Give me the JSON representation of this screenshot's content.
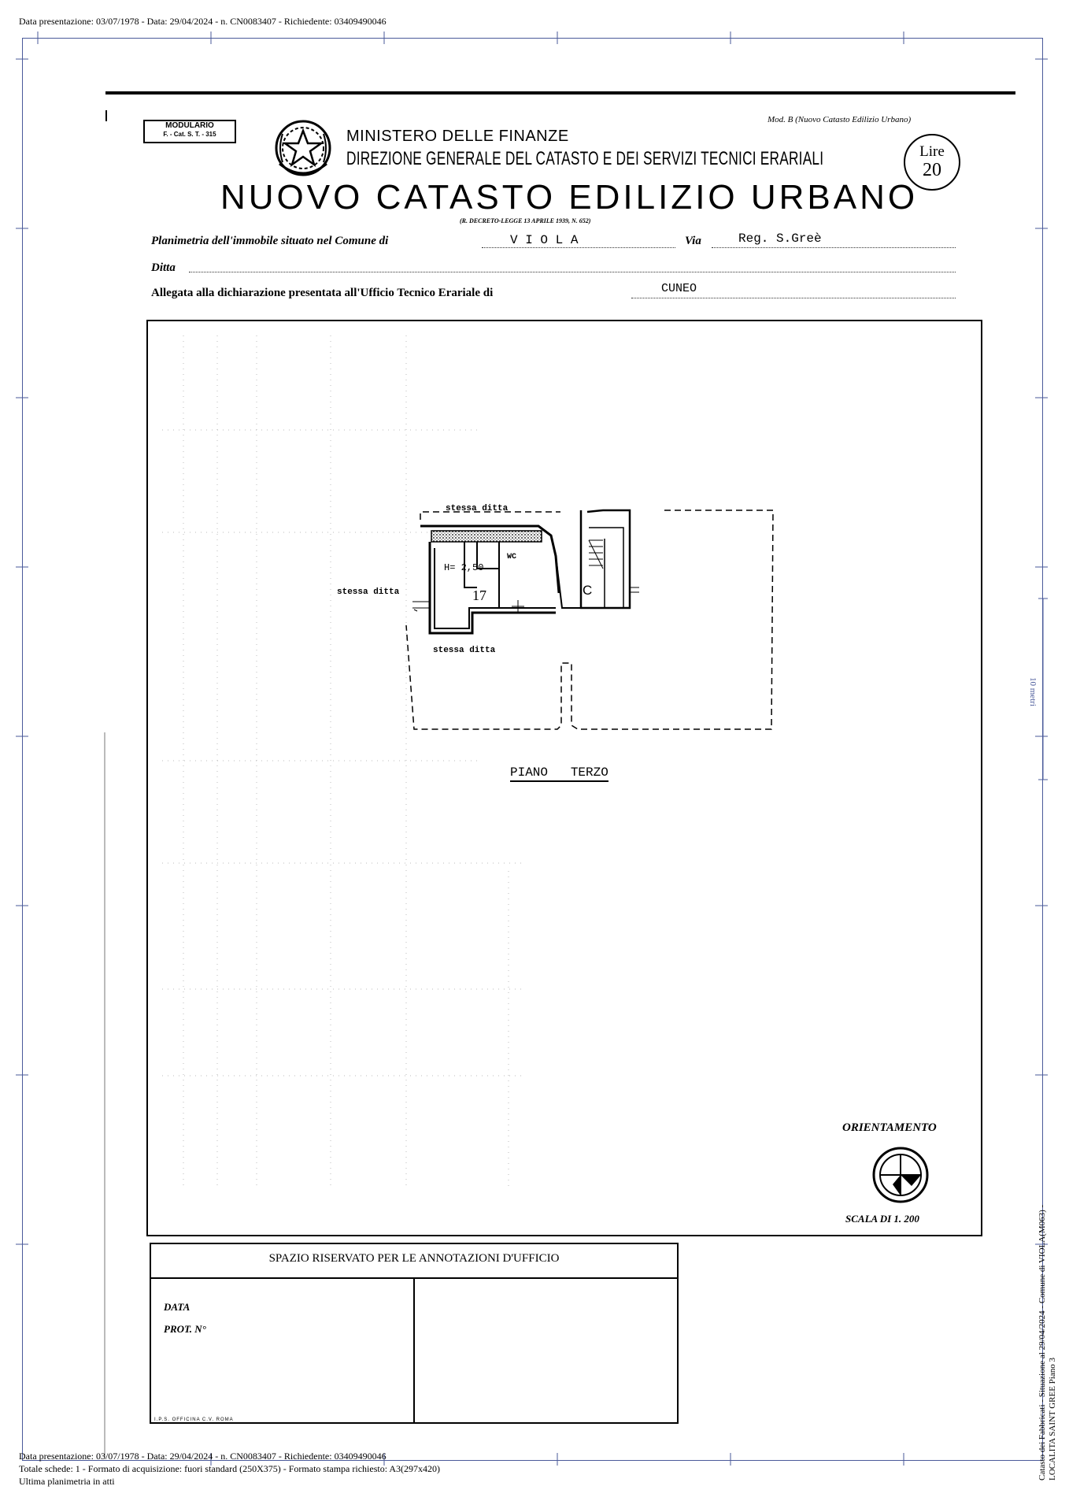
{
  "top_header": "Data presentazione: 03/07/1978 - Data: 29/04/2024 - n. CN0083407 - Richiedente: 03409490046",
  "form": {
    "modulario_line1": "MODULARIO",
    "modulario_line2": "F. - Cat. S. T. - 315",
    "mod_b": "Mod. B (Nuovo Catasto Edilizio Urbano)",
    "ministero": "MINISTERO DELLE FINANZE",
    "direzione": "DIREZIONE GENERALE DEL CATASTO E DEI SERVIZI TECNICI ERARIALI",
    "lire_label": "Lire",
    "lire_value": "20",
    "main_title": "NUOVO CATASTO EDILIZIO URBANO",
    "decreto": "(R. DECRETO-LEGGE 13 APRILE 1939, N. 652)",
    "planimetria_label": "Planimetria dell'immobile situato nel Comune di",
    "comune_value": "V I O L A",
    "via_label": "Via",
    "via_value": "Reg. S.Greè",
    "ditta_label": "Ditta",
    "allegata_label": "Allegata alla dichiarazione presentata all'Ufficio Tecnico Erariale di",
    "ufficio_value": "CUNEO"
  },
  "plan": {
    "stessa_ditta_top": "stessa ditta",
    "stessa_ditta_left": "stessa ditta",
    "stessa_ditta_bottom": "stessa ditta",
    "height_label": "H= 2,50",
    "wc_label": "WC",
    "unit_number": "17",
    "c_label": "C",
    "floor_title": "PIANO   TERZO"
  },
  "orientamento": {
    "label": "ORIENTAMENTO",
    "scale": "SCALA DI 1. 200"
  },
  "office": {
    "title": "SPAZIO RISERVATO PER LE ANNOTAZIONI D'UFFICIO",
    "data_label": "DATA",
    "prot_label": "PROT. N°",
    "printer": "I.P.S. OFFICINA C.V. ROMA"
  },
  "side_scale": "10 metri",
  "right_vertical_line1": "Catasto dei Fabbricati - Situazione al 29/04/2024 - Comune di VIOLA(M063) -",
  "right_vertical_line2": "LOCALITA SAINT GREE Piano 3",
  "footer": {
    "line1": "Data presentazione: 03/07/1978 - Data: 29/04/2024 - n. CN0083407 - Richiedente: 03409490046",
    "line2": "Totale schede: 1 - Formato di acquisizione: fuori standard (250X375) - Formato stampa richiesto: A3(297x420)",
    "line3": "Ultima planimetria in atti"
  }
}
